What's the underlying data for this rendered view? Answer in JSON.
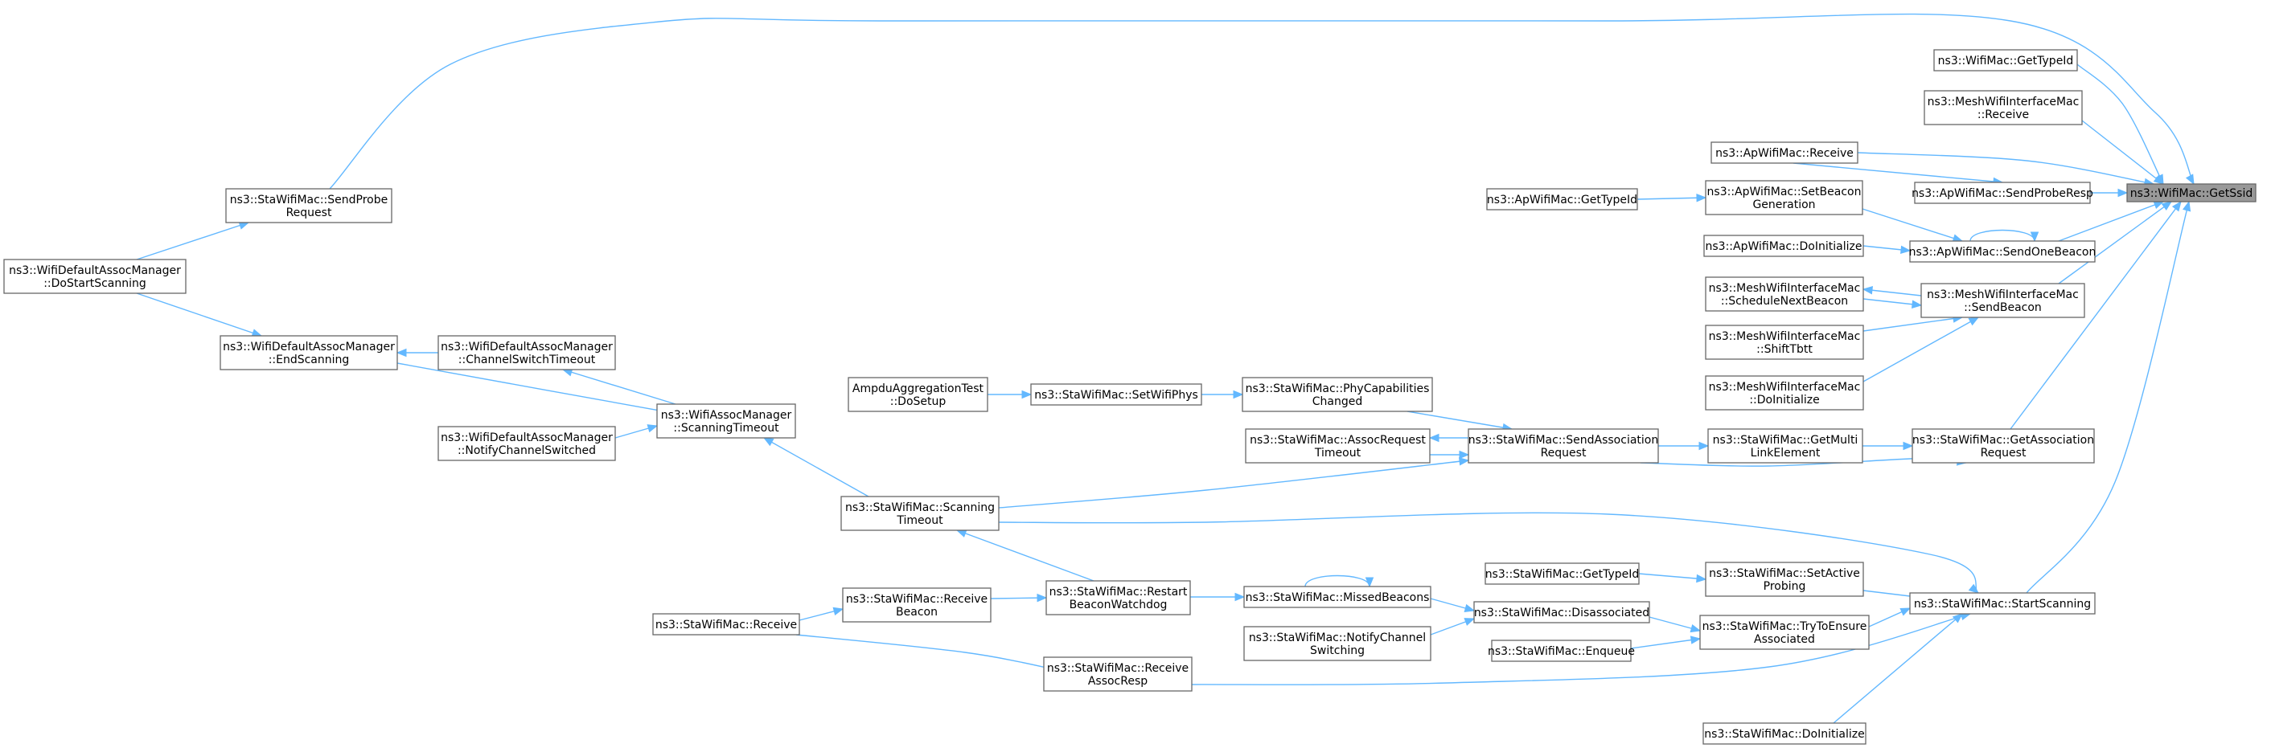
{
  "graph": {
    "edge_color": "#63b8ff",
    "node_border_color": "#666666",
    "root_fill_color": "#999999",
    "nodes": [
      {
        "id": "root",
        "lines": [
          "ns3::WifiMac::GetSsid"
        ]
      },
      {
        "id": "getTypeId",
        "lines": [
          "ns3::WifiMac::GetTypeId"
        ]
      },
      {
        "id": "meshReceive",
        "lines": [
          "ns3::MeshWifiInterfaceMac",
          "::Receive"
        ]
      },
      {
        "id": "apReceive",
        "lines": [
          "ns3::ApWifiMac::Receive"
        ]
      },
      {
        "id": "apSendProbeResp",
        "lines": [
          "ns3::ApWifiMac::SendProbeResp"
        ]
      },
      {
        "id": "apGetTypeId",
        "lines": [
          "ns3::ApWifiMac::GetTypeId"
        ]
      },
      {
        "id": "apSetBeaconGen",
        "lines": [
          "ns3::ApWifiMac::SetBeacon",
          "Generation"
        ]
      },
      {
        "id": "apDoInitialize",
        "lines": [
          "ns3::ApWifiMac::DoInitialize"
        ]
      },
      {
        "id": "apSendOneBeacon",
        "lines": [
          "ns3::ApWifiMac::SendOneBeacon"
        ]
      },
      {
        "id": "meshScheduleNext",
        "lines": [
          "ns3::MeshWifiInterfaceMac",
          "::ScheduleNextBeacon"
        ]
      },
      {
        "id": "meshSendBeacon",
        "lines": [
          "ns3::MeshWifiInterfaceMac",
          "::SendBeacon"
        ]
      },
      {
        "id": "meshShiftTbtt",
        "lines": [
          "ns3::MeshWifiInterfaceMac",
          "::ShiftTbtt"
        ]
      },
      {
        "id": "meshDoInitialize",
        "lines": [
          "ns3::MeshWifiInterfaceMac",
          "::DoInitialize"
        ]
      },
      {
        "id": "staGetMultiLink",
        "lines": [
          "ns3::StaWifiMac::GetMulti",
          "LinkElement"
        ]
      },
      {
        "id": "staGetAssocReq",
        "lines": [
          "ns3::StaWifiMac::GetAssociation",
          "Request"
        ]
      },
      {
        "id": "staPhyCap",
        "lines": [
          "ns3::StaWifiMac::PhyCapabilities",
          "Changed"
        ]
      },
      {
        "id": "staSendAssocReq",
        "lines": [
          "ns3::StaWifiMac::SendAssociation",
          "Request"
        ]
      },
      {
        "id": "staAssocReqTimeout",
        "lines": [
          "ns3::StaWifiMac::AssocRequest",
          "Timeout"
        ]
      },
      {
        "id": "staSetWifiPhys",
        "lines": [
          "ns3::StaWifiMac::SetWifiPhys"
        ]
      },
      {
        "id": "ampduDoSetup",
        "lines": [
          "AmpduAggregationTest",
          "::DoSetup"
        ]
      },
      {
        "id": "staSendProbeReq",
        "lines": [
          "ns3::StaWifiMac::SendProbe",
          "Request"
        ]
      },
      {
        "id": "defDoStartScanning",
        "lines": [
          "ns3::WifiDefaultAssocManager",
          "::DoStartScanning"
        ]
      },
      {
        "id": "defEndScanning",
        "lines": [
          "ns3::WifiDefaultAssocManager",
          "::EndScanning"
        ]
      },
      {
        "id": "defChanSwitchTimeout",
        "lines": [
          "ns3::WifiDefaultAssocManager",
          "::ChannelSwitchTimeout"
        ]
      },
      {
        "id": "defNotifyChanSwitched",
        "lines": [
          "ns3::WifiDefaultAssocManager",
          "::NotifyChannelSwitched"
        ]
      },
      {
        "id": "assocScanningTimeout",
        "lines": [
          "ns3::WifiAssocManager",
          "::ScanningTimeout"
        ]
      },
      {
        "id": "staScanningTimeout",
        "lines": [
          "ns3::StaWifiMac::Scanning",
          "Timeout"
        ]
      },
      {
        "id": "staStartScanning",
        "lines": [
          "ns3::StaWifiMac::StartScanning"
        ]
      },
      {
        "id": "staGetTypeId",
        "lines": [
          "ns3::StaWifiMac::GetTypeId"
        ]
      },
      {
        "id": "staSetActiveProbing",
        "lines": [
          "ns3::StaWifiMac::SetActive",
          "Probing"
        ]
      },
      {
        "id": "staTryToEnsure",
        "lines": [
          "ns3::StaWifiMac::TryToEnsure",
          "Associated"
        ]
      },
      {
        "id": "staDisassociated",
        "lines": [
          "ns3::StaWifiMac::Disassociated"
        ]
      },
      {
        "id": "staEnqueue",
        "lines": [
          "ns3::StaWifiMac::Enqueue"
        ]
      },
      {
        "id": "staMissedBeacons",
        "lines": [
          "ns3::StaWifiMac::MissedBeacons"
        ]
      },
      {
        "id": "staNotifyChanSwitching",
        "lines": [
          "ns3::StaWifiMac::NotifyChannel",
          "Switching"
        ]
      },
      {
        "id": "staRestartBeaconWd",
        "lines": [
          "ns3::StaWifiMac::Restart",
          "BeaconWatchdog"
        ]
      },
      {
        "id": "staReceiveBeacon",
        "lines": [
          "ns3::StaWifiMac::Receive",
          "Beacon"
        ]
      },
      {
        "id": "staReceive",
        "lines": [
          "ns3::StaWifiMac::Receive"
        ]
      },
      {
        "id": "staReceiveAssocResp",
        "lines": [
          "ns3::StaWifiMac::Receive",
          "AssocResp"
        ]
      },
      {
        "id": "staDoInitialize",
        "lines": [
          "ns3::StaWifiMac::DoInitialize"
        ]
      }
    ],
    "edges": [
      [
        "staSendProbeReq",
        "root"
      ],
      [
        "getTypeId",
        "root"
      ],
      [
        "meshReceive",
        "root"
      ],
      [
        "apReceive",
        "root"
      ],
      [
        "apSendProbeResp",
        "root"
      ],
      [
        "apSendOneBeacon",
        "root"
      ],
      [
        "meshSendBeacon",
        "root"
      ],
      [
        "staGetAssocReq",
        "root"
      ],
      [
        "staStartScanning",
        "root"
      ],
      [
        "apReceive",
        "apSendProbeResp"
      ],
      [
        "apGetTypeId",
        "apSetBeaconGen"
      ],
      [
        "apSetBeaconGen",
        "apSendOneBeacon"
      ],
      [
        "apDoInitialize",
        "apSendOneBeacon"
      ],
      [
        "apSendOneBeacon",
        "apSendOneBeacon"
      ],
      [
        "meshSendBeacon",
        "meshScheduleNext"
      ],
      [
        "meshScheduleNext",
        "meshSendBeacon"
      ],
      [
        "meshShiftTbtt",
        "meshSendBeacon"
      ],
      [
        "meshDoInitialize",
        "meshSendBeacon"
      ],
      [
        "staGetMultiLink",
        "staGetAssocReq"
      ],
      [
        "staSendAssocReq",
        "staGetMultiLink"
      ],
      [
        "staSendAssocReq",
        "staGetAssocReq"
      ],
      [
        "staPhyCap",
        "staSendAssocReq"
      ],
      [
        "staAssocReqTimeout",
        "staSendAssocReq"
      ],
      [
        "staSendAssocReq",
        "staAssocReqTimeout"
      ],
      [
        "staScanningTimeout",
        "staSendAssocReq"
      ],
      [
        "staSetWifiPhys",
        "staPhyCap"
      ],
      [
        "ampduDoSetup",
        "staSetWifiPhys"
      ],
      [
        "defDoStartScanning",
        "staSendProbeReq"
      ],
      [
        "defDoStartScanning",
        "defEndScanning"
      ],
      [
        "defEndScanning",
        "assocScanningTimeout"
      ],
      [
        "defChanSwitchTimeout",
        "defEndScanning"
      ],
      [
        "assocScanningTimeout",
        "defChanSwitchTimeout"
      ],
      [
        "defNotifyChanSwitched",
        "assocScanningTimeout"
      ],
      [
        "staScanningTimeout",
        "assocScanningTimeout"
      ],
      [
        "staScanningTimeout",
        "staStartScanning"
      ],
      [
        "staRestartBeaconWd",
        "staScanningTimeout"
      ],
      [
        "staSetActiveProbing",
        "staStartScanning"
      ],
      [
        "staTryToEnsure",
        "staStartScanning"
      ],
      [
        "staReceiveAssocResp",
        "staStartScanning"
      ],
      [
        "staDoInitialize",
        "staStartScanning"
      ],
      [
        "staGetTypeId",
        "staSetActiveProbing"
      ],
      [
        "staDisassociated",
        "staTryToEnsure"
      ],
      [
        "staEnqueue",
        "staTryToEnsure"
      ],
      [
        "staMissedBeacons",
        "staDisassociated"
      ],
      [
        "staNotifyChanSwitching",
        "staDisassociated"
      ],
      [
        "staMissedBeacons",
        "staMissedBeacons"
      ],
      [
        "staRestartBeaconWd",
        "staMissedBeacons"
      ],
      [
        "staReceiveBeacon",
        "staRestartBeaconWd"
      ],
      [
        "staReceive",
        "staReceiveBeacon"
      ],
      [
        "staReceive",
        "staReceiveAssocResp"
      ]
    ]
  }
}
